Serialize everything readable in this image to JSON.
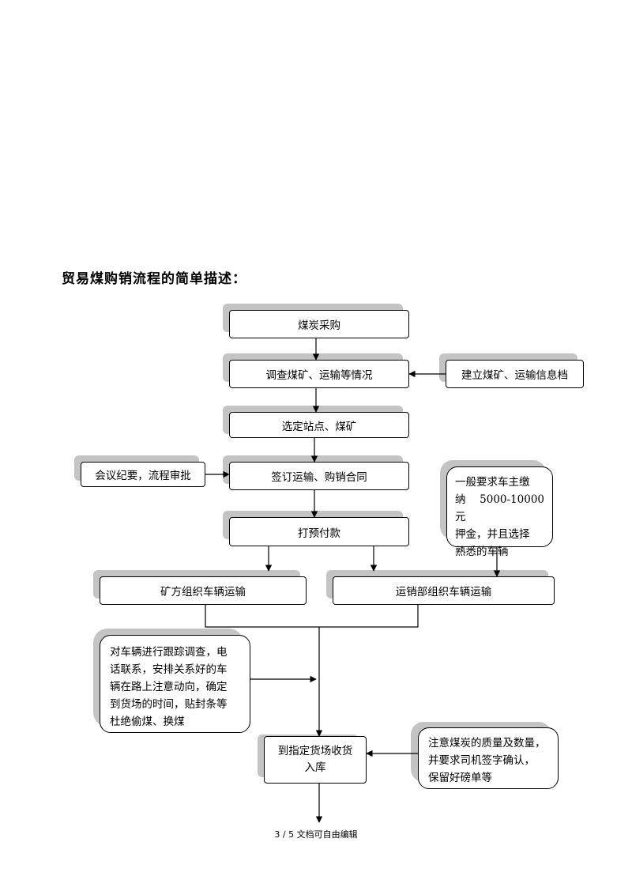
{
  "title": "贸易煤购销流程的简单描述：",
  "nodes": {
    "purchase": "煤炭采购",
    "survey": "调查煤矿、运输等情况",
    "archive": "建立煤矿、运输信息档",
    "select": "选定站点、煤矿",
    "meeting": "会议纪要，流程审批",
    "contract": "签订运输、购销合同",
    "deposit_note": "一般要求车主缴\n纳 5000-10000 元\n押金，并且选择\n熟悉的车辆",
    "prepay": "打预付款",
    "mine_transport": "矿方组织车辆运输",
    "sales_transport": "运销部组织车辆运输",
    "tracking_note": "对车辆进行跟踪调查，电\n话联系，安排关系好的车\n辆在路上注意动向，确定\n到货场的时间，贴封条等\n杜绝偷煤、换煤",
    "arrival": "到指定货场收货\n入库",
    "quality_note": "注意煤炭的质量及数量，\n并要求司机签字确认，\n保留好磅单等"
  },
  "footer": "3 / 5 文档可自由编辑"
}
